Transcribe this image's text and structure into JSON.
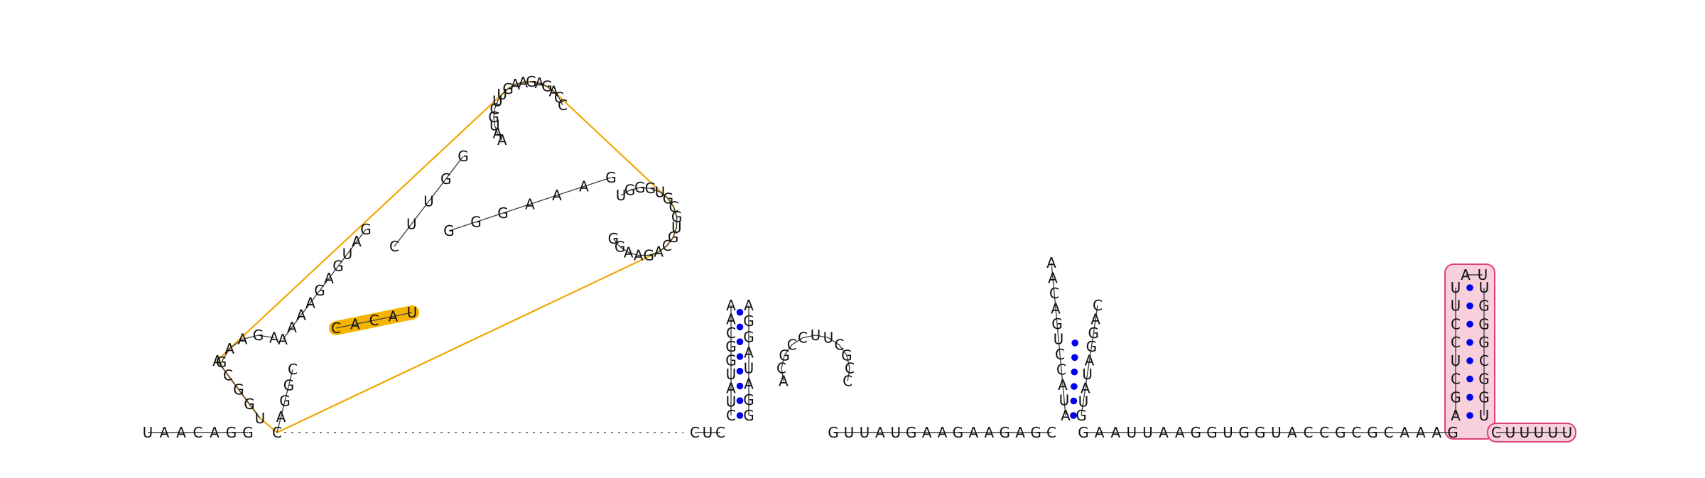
{
  "colors": {
    "pair": "#0000ee",
    "outline_gold": "#f0a800",
    "highlight_gold": "#f6b400",
    "outline_pink": "#e0407a",
    "fill_pink": "#f7d0dc",
    "text": "#111111"
  },
  "segments": [
    {
      "id": "leader",
      "seq": "UAACAGG"
    },
    {
      "id": "h1_left_stem",
      "seq": "UGGCA"
    },
    {
      "id": "h1_left_loop",
      "seq": "GAAGA"
    },
    {
      "id": "h1_bulge",
      "seq": "AAAAGAGUAG"
    },
    {
      "id": "h1_stem_up",
      "seq": "CUUGG"
    },
    {
      "id": "h1_top_loop",
      "seq": "AAUGCUUGAAGAGACC"
    },
    {
      "id": "h1_right_loop",
      "seq": "UGGGUGCGUGCAGAAGG"
    },
    {
      "id": "h1_stem_down",
      "seq": "GAAAGGG"
    },
    {
      "id": "h1_highlight",
      "seq": "CACAU"
    },
    {
      "id": "h1_return",
      "seq": "CGGAC"
    },
    {
      "id": "linker1",
      "seq": "CUC"
    },
    {
      "id": "h2_left",
      "seq": "CUAUGGCAA"
    },
    {
      "id": "h2_right",
      "seq": "AGGAUAGG"
    },
    {
      "id": "h3",
      "seq": "ACGCCUUCGCC"
    },
    {
      "id": "middle",
      "seq": "GUUAUGAAGAAGAGC"
    },
    {
      "id": "h4_left",
      "seq": "AUACCUGACAA"
    },
    {
      "id": "h4_right",
      "seq": "CAGGAUAUG"
    },
    {
      "id": "tail",
      "seq": "GAAUUAAGGUGGUACCGCGCAAAG"
    },
    {
      "id": "h5_left",
      "seq": "AGCUCCUU"
    },
    {
      "id": "h5_top",
      "seq": "AU"
    },
    {
      "id": "h5_right",
      "seq": "UGGGCGGU"
    },
    {
      "id": "h5_tail",
      "seq": "CUUUUU"
    }
  ]
}
